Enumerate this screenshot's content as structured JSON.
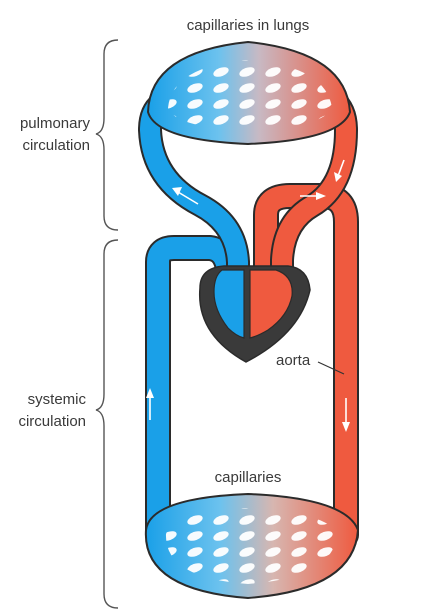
{
  "labels": {
    "lung_capillaries": "capillaries in lungs",
    "pulmonary_1": "pulmonary",
    "pulmonary_2": "circulation",
    "systemic_1": "systemic",
    "systemic_2": "circulation",
    "aorta": "aorta",
    "body_capillaries": "capillaries"
  },
  "colors": {
    "oxygen_poor": "#1aa0e8",
    "oxygen_rich": "#ef5a3f",
    "heart_muscle": "#3a3a3a",
    "bracket": "#555555",
    "vessel_outline": "#2b2b2b"
  }
}
